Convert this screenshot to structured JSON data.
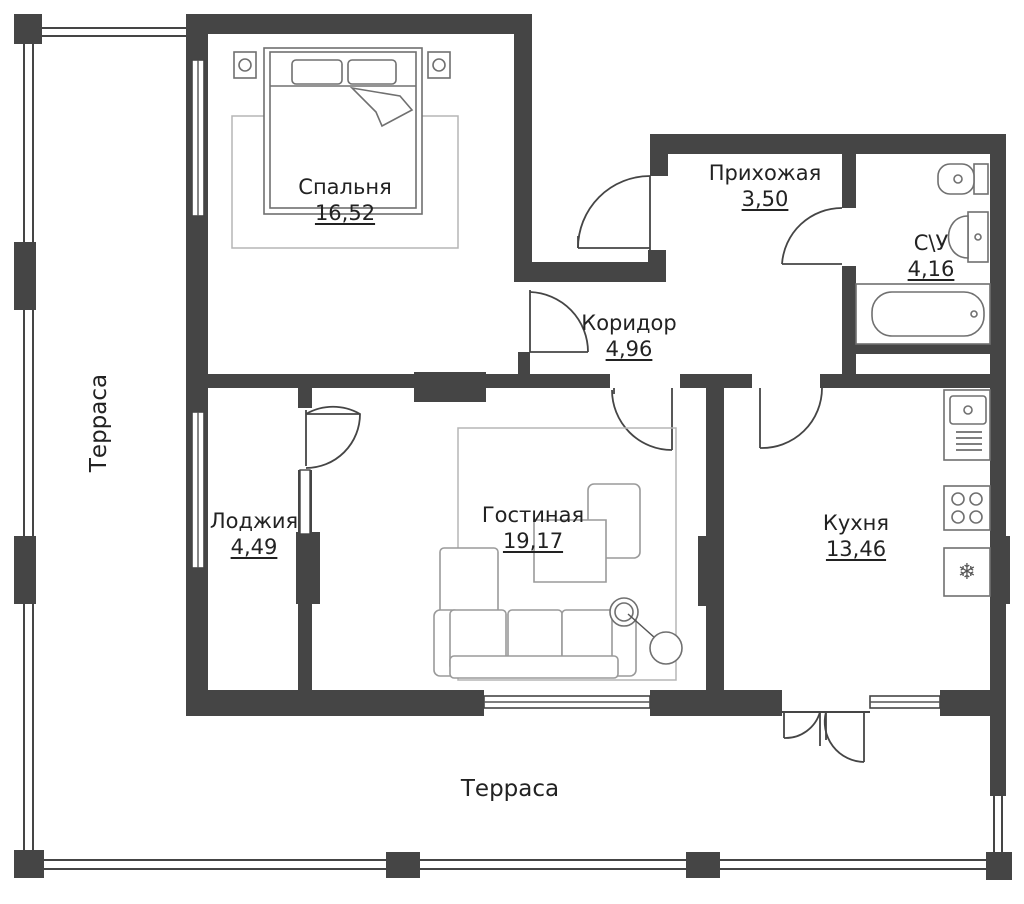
{
  "rooms": {
    "bedroom": {
      "name": "Спальня",
      "area": "16,52"
    },
    "hallway": {
      "name": "Прихожая",
      "area": "3,50"
    },
    "bathroom": {
      "name": "С\\У",
      "area": "4,16"
    },
    "corridor": {
      "name": "Коридор",
      "area": "4,96"
    },
    "loggia": {
      "name": "Лоджия",
      "area": "4,49"
    },
    "living": {
      "name": "Гостиная",
      "area": "19,17"
    },
    "kitchen": {
      "name": "Кухня",
      "area": "13,46"
    }
  },
  "terraces": {
    "left": "Терраса",
    "bottom": "Терраса"
  },
  "icons": {
    "freezer": "snowflake-icon"
  }
}
